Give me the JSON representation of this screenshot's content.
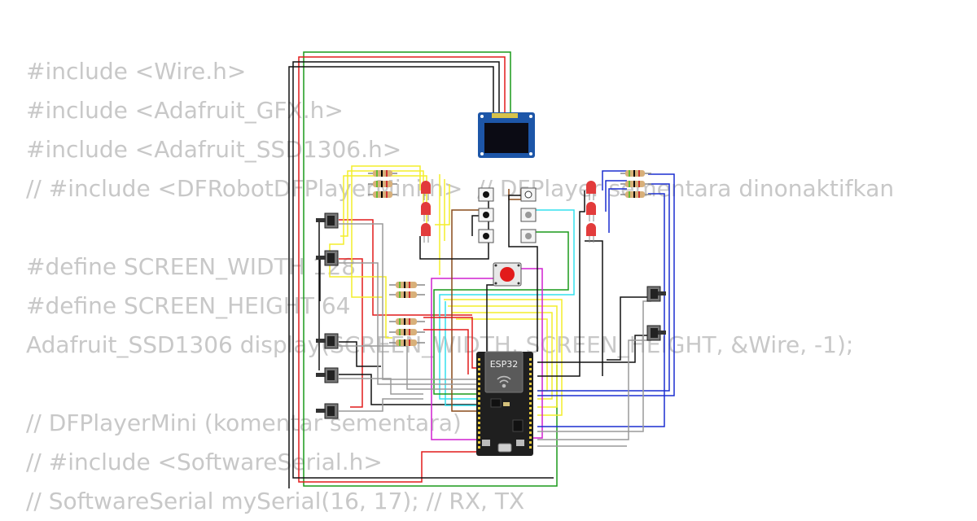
{
  "code_lines": [
    "#include <Wire.h>",
    "#include <Adafruit_GFX.h>",
    "#include <Adafruit_SSD1306.h>",
    "// #include <DFRobotDFPlayerMini.h>  // DFPlayer sementara dinonaktifkan",
    "",
    "#define SCREEN_WIDTH 128",
    "#define SCREEN_HEIGHT 64",
    "Adafruit_SSD1306 display(SCREEN_WIDTH, SCREEN_HEIGHT, &Wire, -1);",
    "",
    "// DFPlayerMini (komentar sementara)",
    "// #include <SoftwareSerial.h>",
    "// SoftwareSerial mySerial(16, 17); // RX, TX"
  ],
  "board": {
    "label": "ESP32"
  },
  "colors": {
    "background": "#ffffff",
    "code_text": "#c8c8c8",
    "pcb_black": "#222222",
    "oled_blue": "#1d56a8",
    "led_red": "#e23b3b",
    "wire_red": "#e21b1b",
    "wire_green": "#1a9a1a",
    "wire_black": "#111111",
    "wire_yellow": "#f4ee2a",
    "wire_cyan": "#33e0ee",
    "wire_blue": "#1c2fd0",
    "wire_magenta": "#d020d0",
    "wire_brown": "#8a4b1a",
    "wire_gray": "#9a9a9a"
  }
}
